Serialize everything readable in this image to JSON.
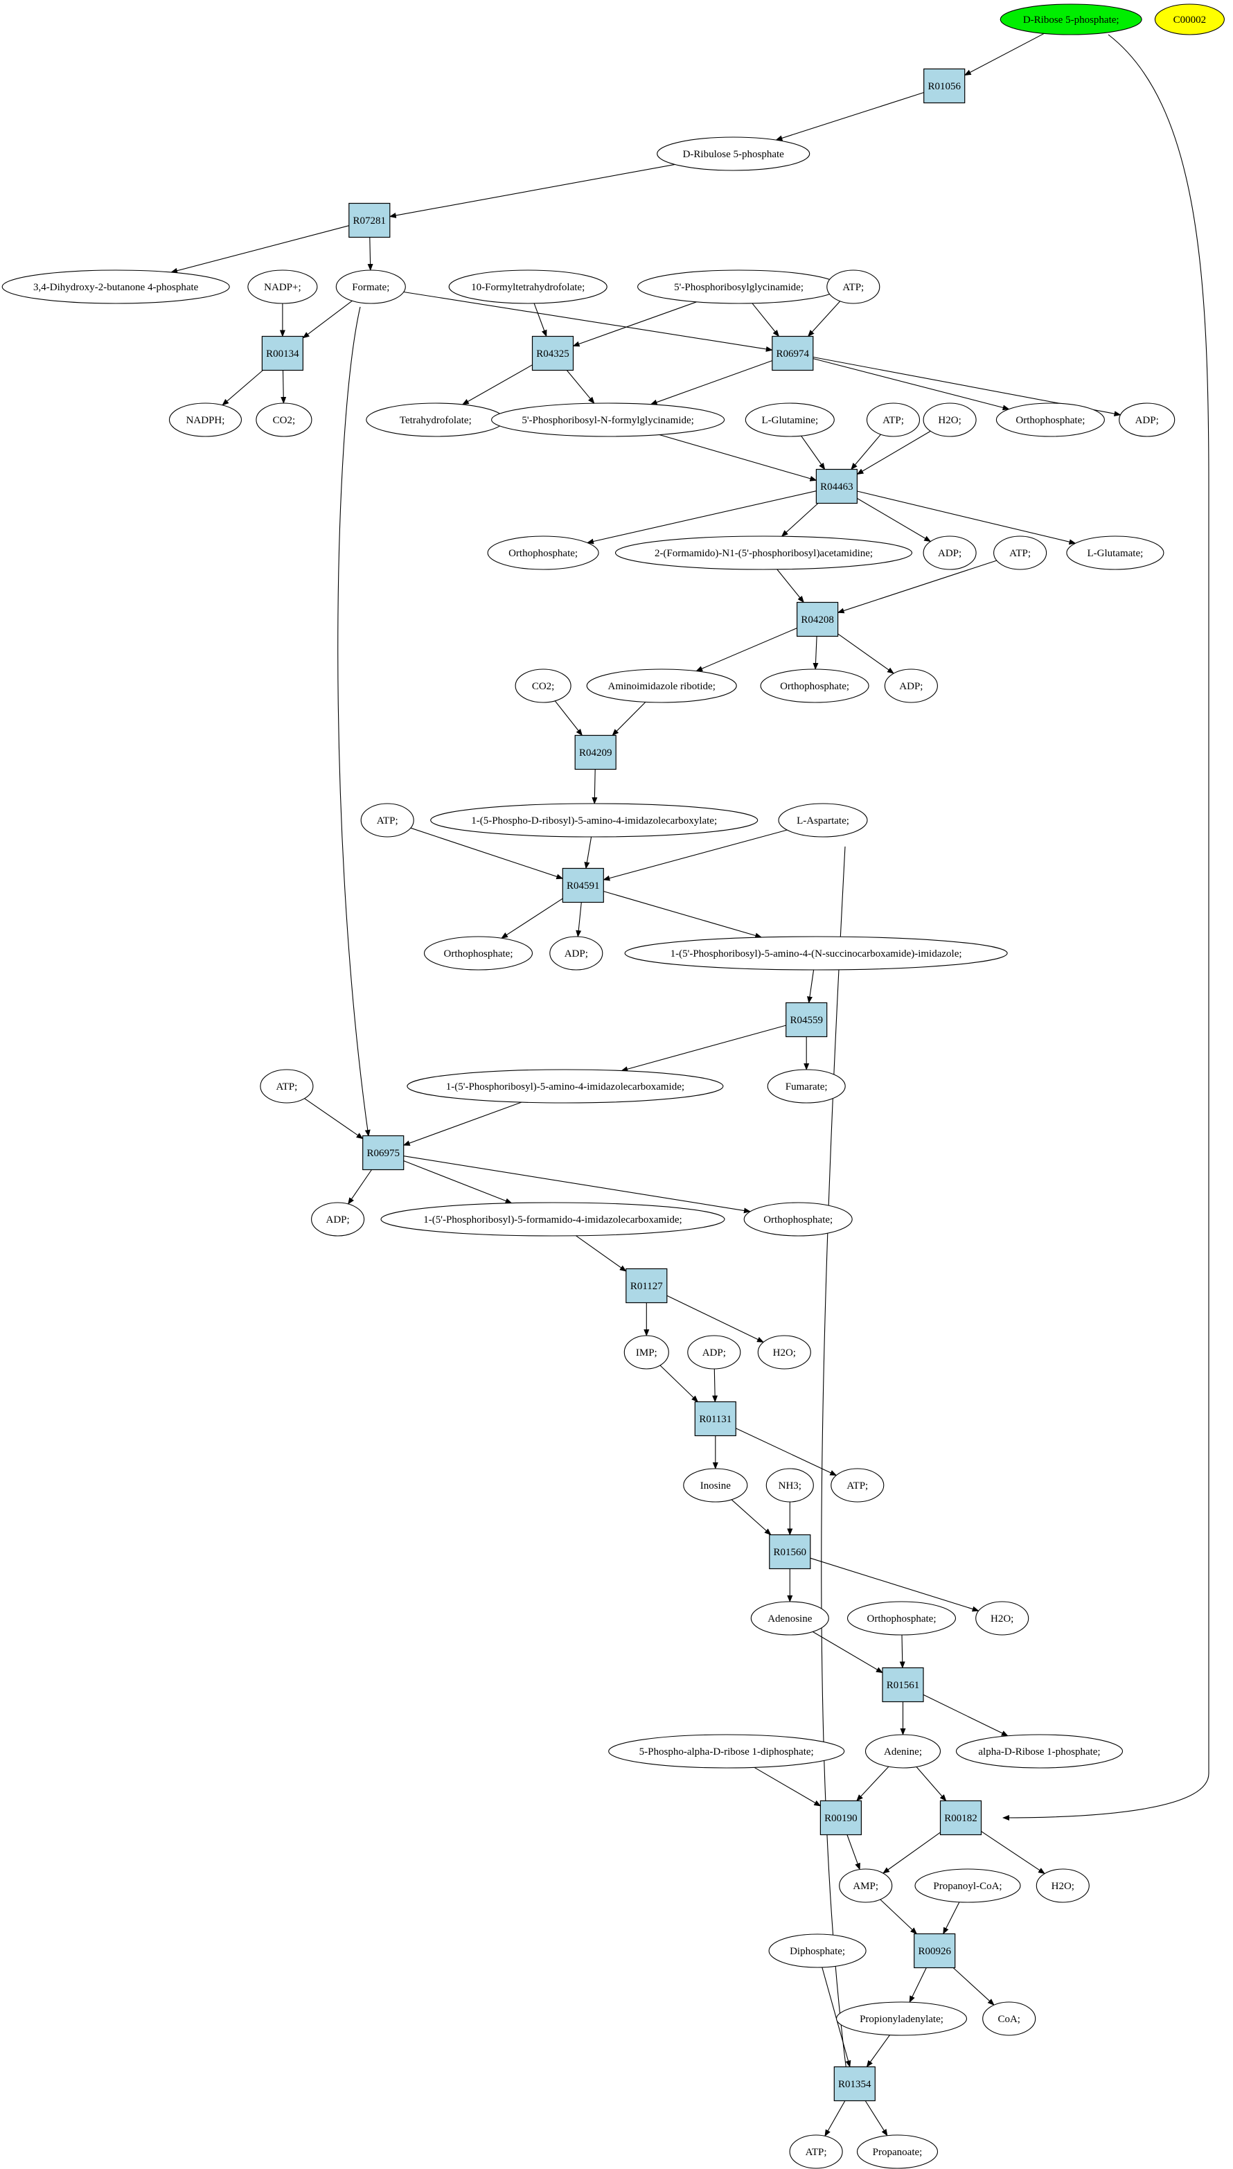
{
  "colors": {
    "reaction_fill": "#add8e6",
    "compound_fill": "#ffffff",
    "start_fill": "#00ee00",
    "marker_fill": "#ffff00",
    "stroke": "#000000"
  },
  "reactions": {
    "R01056": "R01056",
    "R07281": "R07281",
    "R00134": "R00134",
    "R04325": "R04325",
    "R06974": "R06974",
    "R04463": "R04463",
    "R04208": "R04208",
    "R04209": "R04209",
    "R04591": "R04591",
    "R04559": "R04559",
    "R06975": "R06975",
    "R01127": "R01127",
    "R01131": "R01131",
    "R01560": "R01560",
    "R01561": "R01561",
    "R00190": "R00190",
    "R00182": "R00182",
    "R00926": "R00926",
    "R01354": "R01354"
  },
  "compounds": {
    "start": "D-Ribose 5-phosphate;",
    "marker": "C00002",
    "c_ribulose": "D-Ribulose 5-phosphate",
    "c_dhbp": "3,4-Dihydroxy-2-butanone 4-phosphate",
    "c_formate": "Formate;",
    "c_nadp": "NADP+;",
    "c_nadph": "NADPH;",
    "c_co2a": "CO2;",
    "c_10fthf": "10-Formyltetrahydrofolate;",
    "c_gar": "5'-Phosphoribosylglycinamide;",
    "c_atp1": "ATP;",
    "c_thf": "Tetrahydrofolate;",
    "c_fgar": "5'-Phosphoribosyl-N-formylglycinamide;",
    "c_pi1": "Orthophosphate;",
    "c_adp1": "ADP;",
    "c_gln": "L-Glutamine;",
    "c_atp2": "ATP;",
    "c_h2o1": "H2O;",
    "c_pi2": "Orthophosphate;",
    "c_fgam": "2-(Formamido)-N1-(5'-phosphoribosyl)acetamidine;",
    "c_adp2": "ADP;",
    "c_atp3": "ATP;",
    "c_glu": "L-Glutamate;",
    "c_co2b": "CO2;",
    "c_air": "Aminoimidazole ribotide;",
    "c_pi3": "Orthophosphate;",
    "c_adp3": "ADP;",
    "c_cair": "1-(5-Phospho-D-ribosyl)-5-amino-4-imidazolecarboxylate;",
    "c_atp4": "ATP;",
    "c_asp": "L-Aspartate;",
    "c_pi4": "Orthophosphate;",
    "c_adp4": "ADP;",
    "c_saicar": "1-(5'-Phosphoribosyl)-5-amino-4-(N-succinocarboxamide)-imidazole;",
    "c_aicar": "1-(5'-Phosphoribosyl)-5-amino-4-imidazolecarboxamide;",
    "c_fum": "Fumarate;",
    "c_atp5": "ATP;",
    "c_adp5": "ADP;",
    "c_faicar": "1-(5'-Phosphoribosyl)-5-formamido-4-imidazolecarboxamide;",
    "c_pi5": "Orthophosphate;",
    "c_imp": "IMP;",
    "c_adp6": "ADP;",
    "c_h2o2": "H2O;",
    "c_inosine": "Inosine",
    "c_nh3": "NH3;",
    "c_atp6": "ATP;",
    "c_adenosine": "Adenosine",
    "c_pi6": "Orthophosphate;",
    "c_h2o3": "H2O;",
    "c_prpp": "5-Phospho-alpha-D-ribose 1-diphosphate;",
    "c_adenine": "Adenine;",
    "c_r1p": "alpha-D-Ribose 1-phosphate;",
    "c_amp": "AMP;",
    "c_propcoa": "Propanoyl-CoA;",
    "c_h2o4": "H2O;",
    "c_ppi": "Diphosphate;",
    "c_propadenylate": "Propionyladenylate;",
    "c_coa": "CoA;",
    "c_atp7": "ATP;",
    "c_propanoate": "Propanoate;"
  }
}
